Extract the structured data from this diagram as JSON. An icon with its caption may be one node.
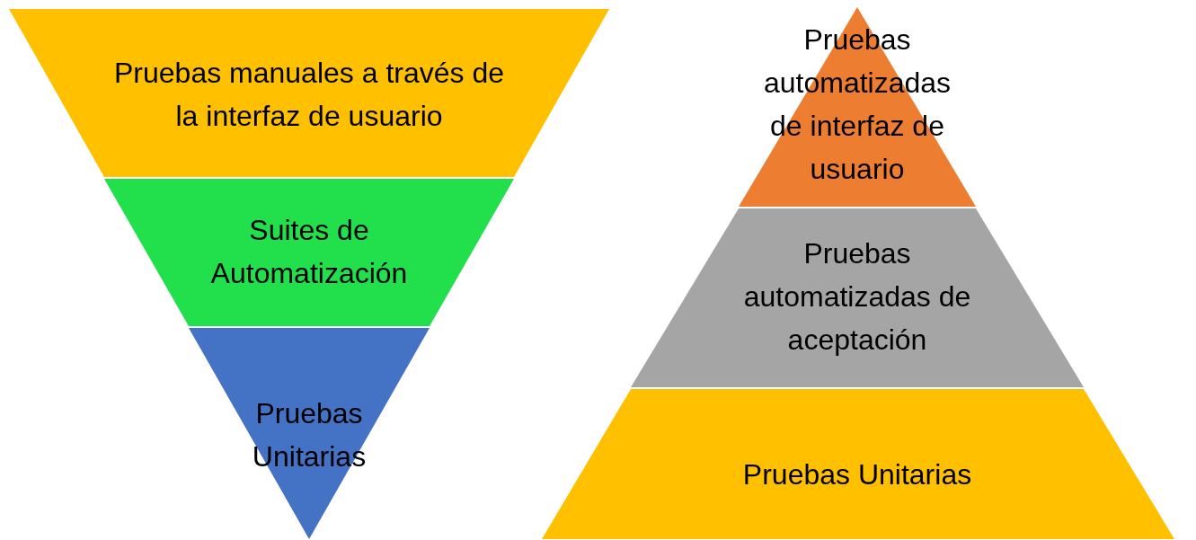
{
  "diagram": {
    "nodes": [
      {
        "text": [
          "Pruebas manuales a través de la interfaz de usuario"
        ]
      },
      {
        "text": [
          "Suites de Automatización"
        ]
      },
      {
        "text": [
          "Pruebas Unitarias"
        ]
      },
      {
        "text": [
          "Pruebas automatizadas de interfaz de usuario"
        ]
      },
      {
        "text": [
          "Pruebas automatizadas de aceptación"
        ]
      },
      {
        "text": [
          "Pruebas Unitarias"
        ]
      }
    ]
  }
}
